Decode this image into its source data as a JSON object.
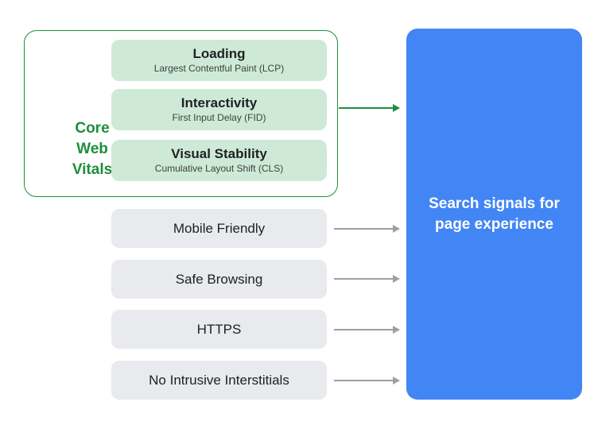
{
  "diagram": {
    "cwv": {
      "label": "Core Web Vitals",
      "items": [
        {
          "title": "Loading",
          "subtitle": "Largest Contentful Paint (LCP)"
        },
        {
          "title": "Interactivity",
          "subtitle": "First Input Delay (FID)"
        },
        {
          "title": "Visual Stability",
          "subtitle": "Cumulative Layout Shift (CLS)"
        }
      ]
    },
    "other_signals": [
      "Mobile Friendly",
      "Safe Browsing",
      "HTTPS",
      "No Intrusive Interstitials"
    ],
    "target": {
      "label": "Search signals for page experience"
    },
    "icons": {
      "green_arrow": "arrow-right-icon",
      "gray_arrow": "arrow-right-icon"
    }
  },
  "colors": {
    "green": "#1e8e3e",
    "green_light": "#ceead6",
    "blue": "#4285f4",
    "gray_pill": "#e8eaed",
    "arrow_gray": "#9aa0a6",
    "text_dark": "#202124"
  }
}
